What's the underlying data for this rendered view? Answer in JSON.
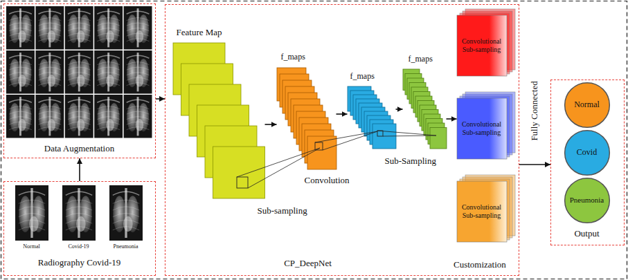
{
  "diagram": {
    "nodes": [
      {
        "text": [
          "Data Augmentation"
        ]
      },
      {
        "text": [
          "Normal",
          "Covid-19",
          "Pneumonia",
          "Radiography Covid-19"
        ]
      },
      {
        "text": [
          "CP_DeepNet"
        ]
      },
      {
        "text": [
          "Feature Map",
          "Sub-sampling"
        ],
        "in": 2
      },
      {
        "text": [
          "f_maps",
          "Convolution"
        ],
        "in": 2
      },
      {
        "text": [
          "f_maps"
        ],
        "in": 2
      },
      {
        "text": [
          "f_maps",
          "Sub-Sampling"
        ],
        "in": 2
      },
      {
        "text": [
          "Convolutional Sub-sampling"
        ],
        "in": 2
      },
      {
        "text": [
          "Convolutional Sub-sampling"
        ],
        "in": 2
      },
      {
        "text": [
          "Convolutional Sub-sampling"
        ],
        "in": 2
      },
      {
        "text": [
          "Output"
        ]
      },
      {
        "text": [
          "Normal"
        ],
        "in": 10
      },
      {
        "text": [
          "Covid"
        ],
        "in": 10
      },
      {
        "text": [
          "Pneumonia"
        ],
        "in": 10
      }
    ],
    "edges": [
      {
        "from": 1,
        "to": 0,
        "arrow": "to"
      },
      {
        "from": 0,
        "to": 2,
        "arrow": "to"
      },
      {
        "from": 3,
        "to": 4,
        "arrow": "to"
      },
      {
        "from": 4,
        "to": 5,
        "arrow": "to"
      },
      {
        "from": 5,
        "to": 6,
        "arrow": "to"
      },
      {
        "from": 6,
        "to": 8,
        "arrow": "to"
      },
      {
        "from": 2,
        "to": 10,
        "arrow": "to"
      }
    ],
    "labels": [
      "Customization",
      "Fully Connected"
    ]
  }
}
